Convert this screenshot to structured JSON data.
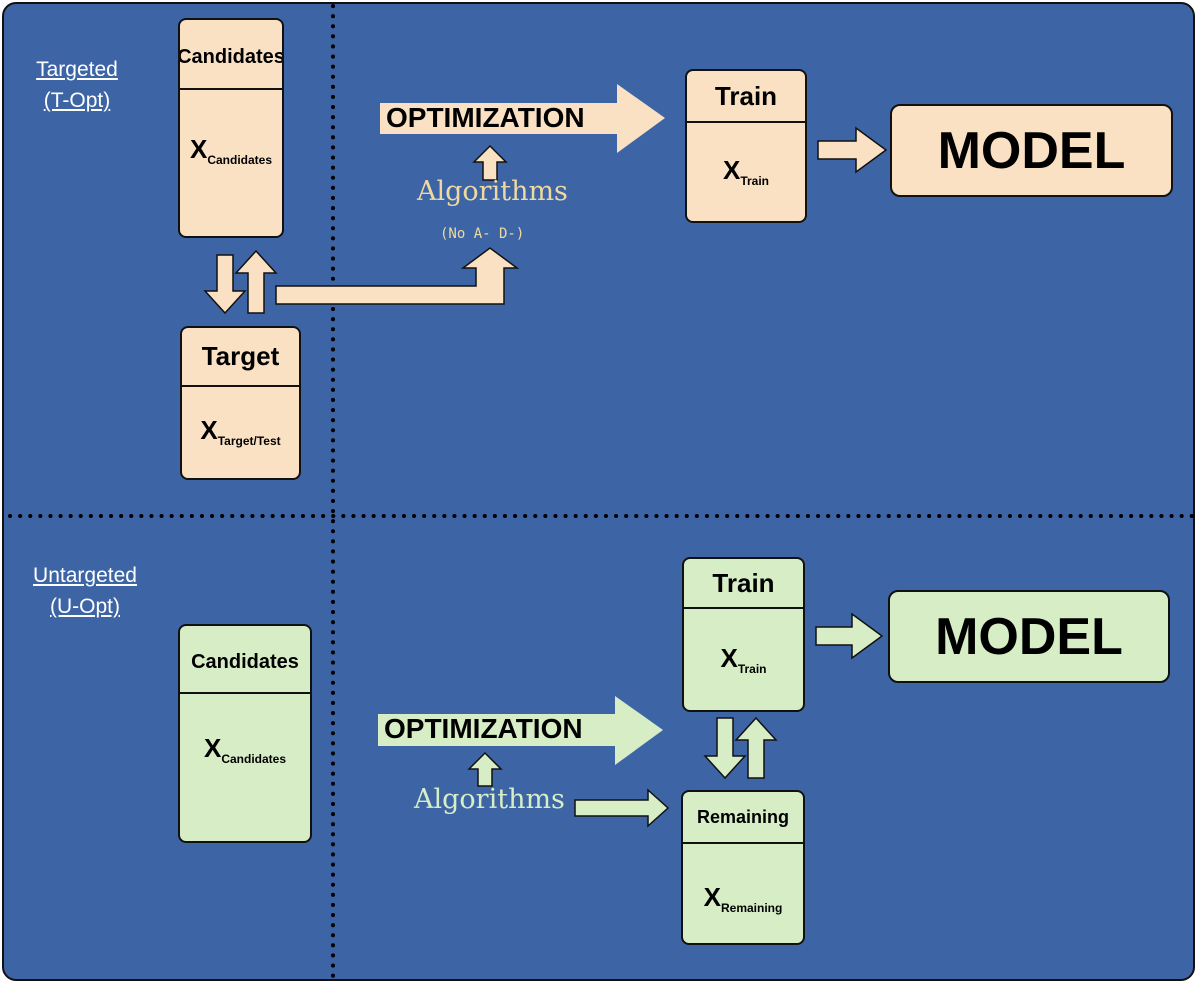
{
  "colors": {
    "background": "#3d65a5",
    "orange": "#fbe1c3",
    "green": "#d7edc6",
    "algo_orange": "#efd9a0",
    "algo_green": "#d7edc6"
  },
  "targeted": {
    "label_line1": "Targeted",
    "label_line2": "(T-Opt)",
    "candidates": {
      "title": "Candidates",
      "var": "X",
      "sub": "Candidates"
    },
    "target": {
      "title": "Target",
      "var": "X",
      "sub": "Target/Test"
    },
    "optimization": "OPTIMIZATION",
    "algorithms": "Algorithms",
    "algorithms_note": "(No A- D-)",
    "train": {
      "title": "Train",
      "var": "X",
      "sub": "Train"
    },
    "model": "MODEL"
  },
  "untargeted": {
    "label_line1": "Untargeted",
    "label_line2": "(U-Opt)",
    "candidates": {
      "title": "Candidates",
      "var": "X",
      "sub": "Candidates"
    },
    "optimization": "OPTIMIZATION",
    "algorithms": "Algorithms",
    "train": {
      "title": "Train",
      "var": "X",
      "sub": "Train"
    },
    "remaining": {
      "title": "Remaining",
      "var": "X",
      "sub": "Remaining"
    },
    "model": "MODEL"
  }
}
